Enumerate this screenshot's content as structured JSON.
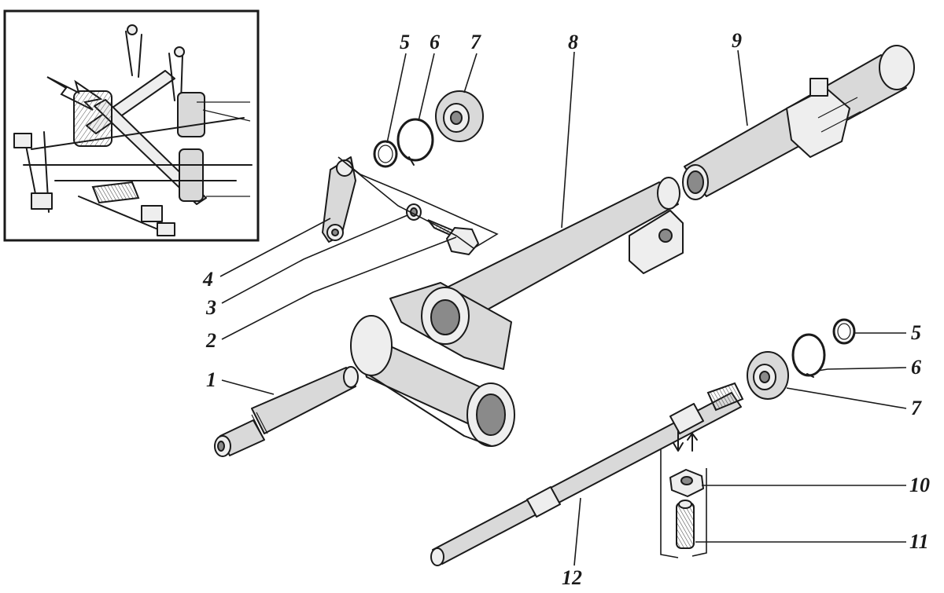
{
  "diagram": {
    "callouts": [
      {
        "id": "c1",
        "text": "1"
      },
      {
        "id": "c2",
        "text": "2"
      },
      {
        "id": "c3",
        "text": "3"
      },
      {
        "id": "c4",
        "text": "4"
      },
      {
        "id": "c5a",
        "text": "5"
      },
      {
        "id": "c6a",
        "text": "6"
      },
      {
        "id": "c7a",
        "text": "7"
      },
      {
        "id": "c8",
        "text": "8"
      },
      {
        "id": "c9",
        "text": "9"
      },
      {
        "id": "c5b",
        "text": "5"
      },
      {
        "id": "c6b",
        "text": "6"
      },
      {
        "id": "c7b",
        "text": "7"
      },
      {
        "id": "c10",
        "text": "10"
      },
      {
        "id": "c11",
        "text": "11"
      },
      {
        "id": "c12",
        "text": "12"
      }
    ]
  }
}
